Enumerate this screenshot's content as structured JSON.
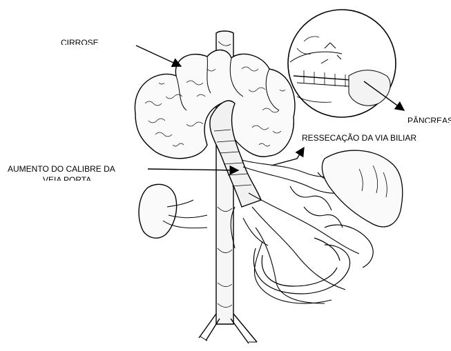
{
  "labels": {
    "cirrose": "CIRROSE",
    "pancreas": "PÂNCREAS",
    "resseccao": "RESSECAÇÃO DA VIA BILIAR",
    "aumento_line1": "AUMENTO DO CALIBRE DA",
    "aumento_line2": "VEIA PORTA"
  },
  "colors": {
    "ink": "#000000",
    "background": "#ffffff"
  },
  "icon": "liver-portal-anatomy-illustration"
}
